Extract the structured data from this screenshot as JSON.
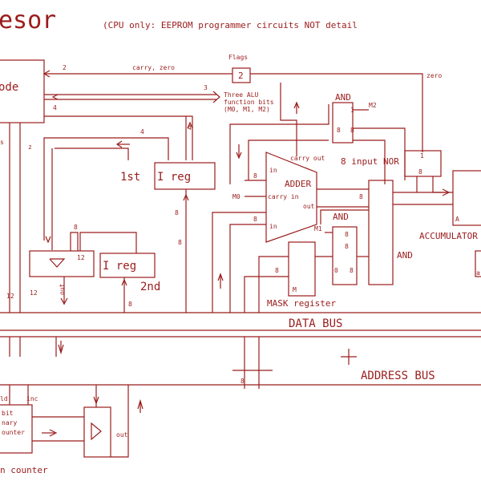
{
  "header": {
    "title": "esor",
    "subtitle": "(CPU only: EEPROM programmer circuits NOT detail"
  },
  "labels": {
    "decode": "ode",
    "flags": "Flags",
    "flags_box": "2",
    "carry_zero": "carry, zero",
    "zero": "zero",
    "alu_bits_1": "Three ALU",
    "alu_bits_2": "function bits",
    "alu_bits_3": "(M0, M1, M2)",
    "w2": "2",
    "w3": "3",
    "w4a": "4",
    "w4b": "4",
    "w4c": "4",
    "w8a": "8",
    "w8b": "8",
    "w8c": "8",
    "w12a": "12",
    "w12b": "12",
    "left_s": "s",
    "left_z": "z",
    "ireg1_pre": "1st",
    "ireg1": "I reg",
    "ireg2": "I reg",
    "ireg2_post": "2nd",
    "mux_12": "12",
    "mux_8": "8",
    "out_label": "out",
    "adder": "ADDER",
    "carry_out": "carry out",
    "in_top": "in",
    "in_bottom": "in",
    "carry_in": "carry in",
    "out_adder": "out",
    "m0": "M0",
    "m1": "M1",
    "m2": "M2",
    "and_top": "AND",
    "and_mid": "AND",
    "and_right": "AND",
    "nor": "8 input NOR",
    "nor_pin": "1",
    "nor_8": "8",
    "accumulator": "ACCUMULATOR",
    "acc_a": "A",
    "mask": "MASK register",
    "mask_m": "M",
    "mask_8": "8",
    "g8a": "8",
    "g8b": "8",
    "g8c": "8",
    "g8d": "8",
    "g8e": "8",
    "g8f": "8",
    "g1": "1",
    "g8g": "8",
    "d0": "0",
    "d8": "8",
    "data_bus": "DATA BUS",
    "address_bus": "ADDRESS BUS",
    "addr_8": "8",
    "pc_ld": "ld",
    "pc_inc": "inc",
    "pc_1": "bit",
    "pc_2": "nary",
    "pc_3": "ounter",
    "buf_out": "out",
    "counter": "n counter",
    "a_right": "a"
  }
}
